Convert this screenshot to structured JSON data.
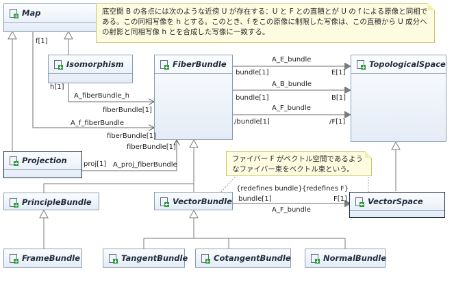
{
  "classes": {
    "map": "Map",
    "isomorphism": "Isomorphism",
    "fiber_bundle": "FiberBundle",
    "topological_space": "TopologicalSpace",
    "projection": "Projection",
    "principle_bundle": "PrincipleBundle",
    "vector_bundle": "VectorBundle",
    "vector_space": "VectorSpace",
    "frame_bundle": "FrameBundle",
    "tangent_bundle": "TangentBundle",
    "cotangent_bundle": "CotangentBundle",
    "normal_bundle": "NormalBundle"
  },
  "notes": {
    "local_triviality": "底空間 B の各点には次のような近傍 U が存在する：U と F との直積とが U の f による原像と同相である。この同相写像を h とする。このとき、f をこの原像に制限した写像は、この直積から U 成分への射影と同相写像 h とを合成した写像に一致する。",
    "vector_bundle_def": "ファイバー F がベクトル空間であるようなファイバー束をベクトル束という。"
  },
  "labels": {
    "map_f": "f[1]",
    "iso_h": "h[1]",
    "assoc_fiber_h": "A_fiberBundle_h",
    "fiber_bundle_1": "fiberBundle[1]",
    "assoc_f_fiber": "A_f_fiberBundle",
    "fiber_bundle_2": "fiberBundle[1]",
    "fiber_bundle_3": "fiberBundle[1]",
    "proj": "proj[1]",
    "assoc_proj_fiber": "A_proj_fiberBundle",
    "assoc_e": "A_E_bundle",
    "e_bundle": "bundle[1]",
    "e_end": "E[1]",
    "assoc_b": "A_B_bundle",
    "b_bundle": "bundle[1]",
    "b_end": "B[1]",
    "assoc_f_bundle": "A_F_bundle",
    "f_bundle": "/bundle[1]",
    "f_end": "/F[1]",
    "redef_bundle": "{redefines bundle}",
    "redef_f": "{redefines F}",
    "vs_bundle": "bundle[1]",
    "vs_f": "F[1]",
    "vs_assoc": "A_F_bundle"
  }
}
